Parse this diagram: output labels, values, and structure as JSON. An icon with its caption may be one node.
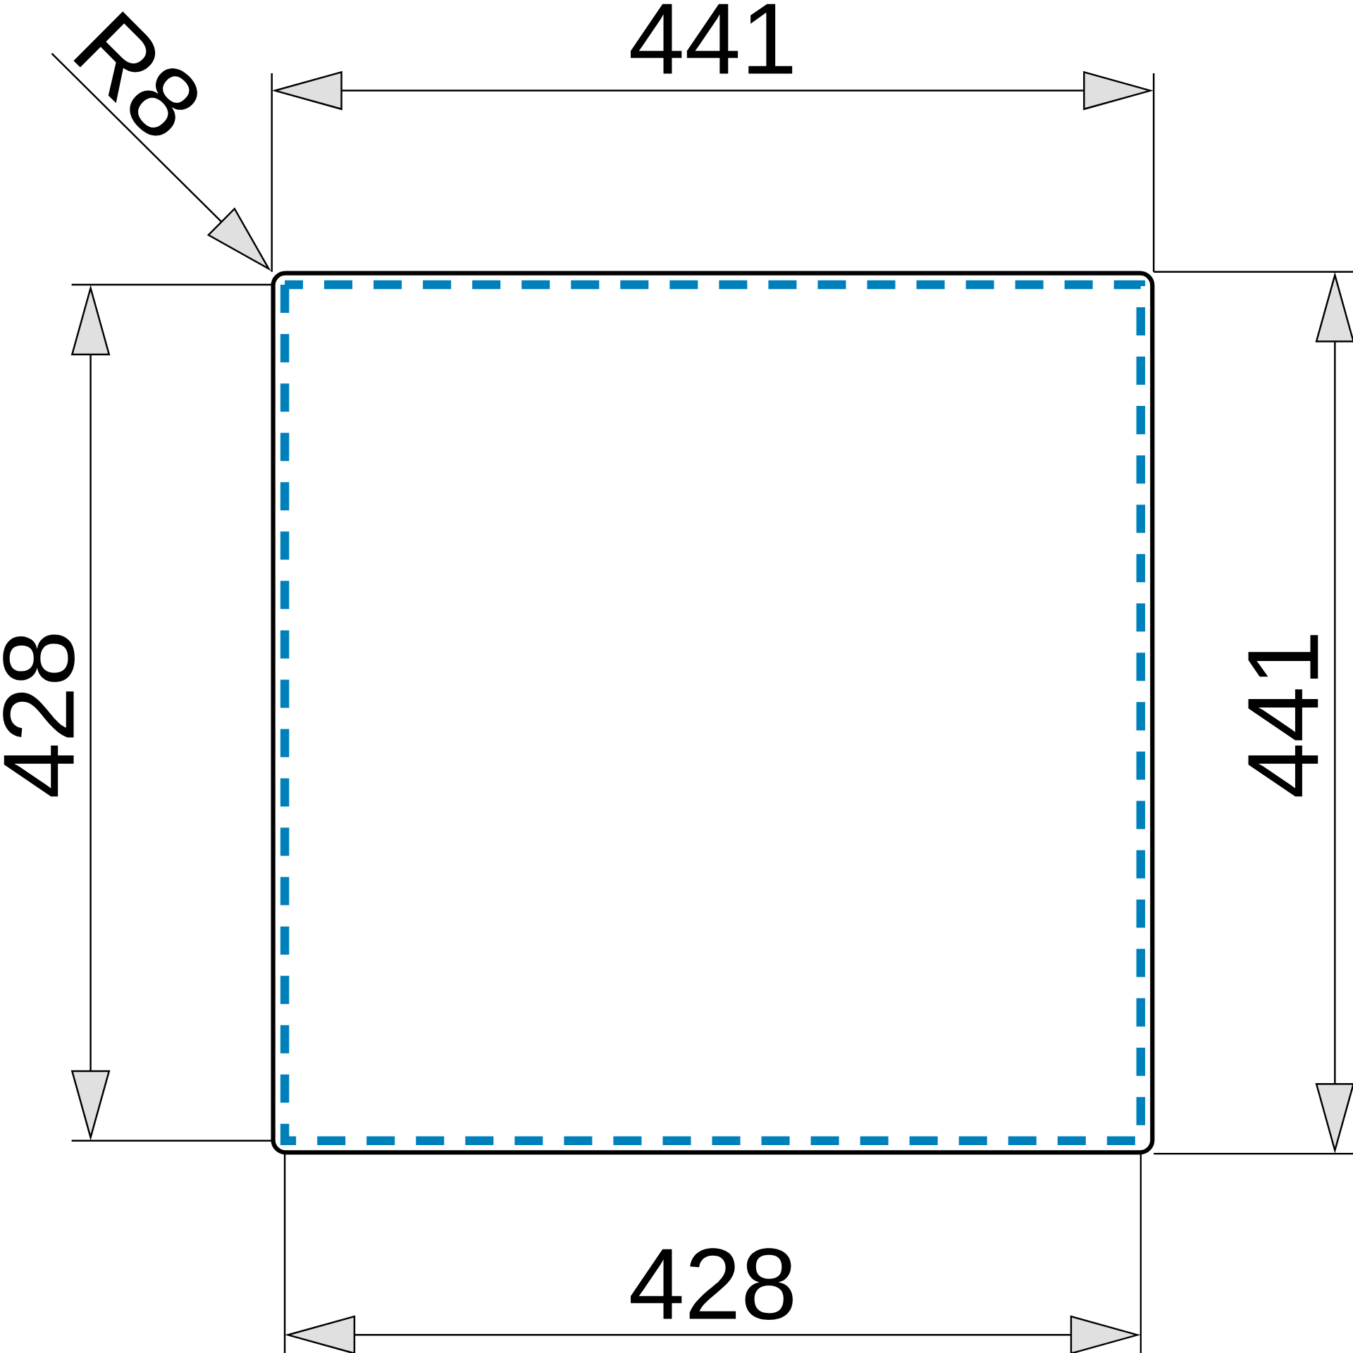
{
  "diagram": {
    "nodes": [
      {
        "text": [
          "R8"
        ]
      },
      {
        "text": [],
        "shape": "box"
      }
    ],
    "edges": [
      {
        "from": 0,
        "to": 1,
        "arrow": "to"
      }
    ],
    "labels": [
      "441",
      "428",
      "441",
      "428"
    ]
  }
}
